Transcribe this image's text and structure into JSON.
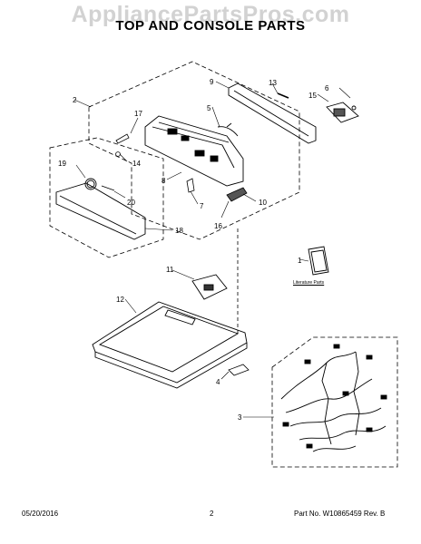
{
  "watermark": "AppliancePartsPros.com",
  "title": "TOP AND CONSOLE PARTS",
  "literature_label": "Literature Parts",
  "footer": {
    "date": "05/20/2016",
    "page": "2",
    "part_no": "Part No.  W10865459  Rev.  B"
  },
  "callouts": [
    "1",
    "2",
    "3",
    "4",
    "5",
    "6",
    "7",
    "8",
    "9",
    "10",
    "11",
    "12",
    "13",
    "14",
    "15",
    "16",
    "17",
    "18",
    "19",
    "20"
  ]
}
